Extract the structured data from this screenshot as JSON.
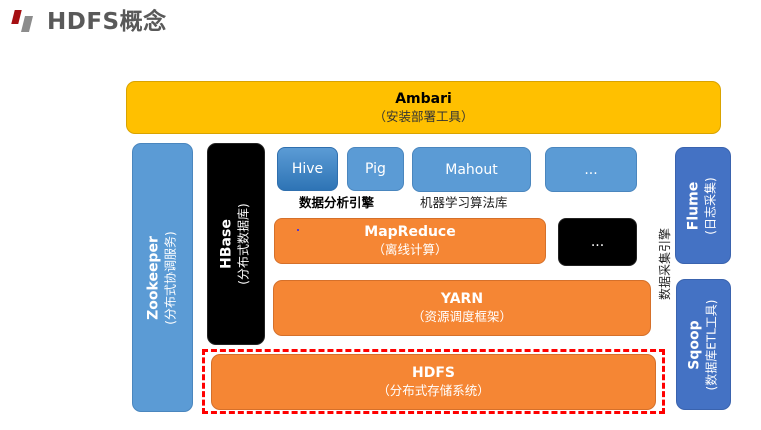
{
  "header": {
    "title": "HDFS概念",
    "logo_icon": "slanted-bars-logo"
  },
  "colors": {
    "ambari": "#FFC000",
    "blue": "#5B9BD5",
    "dark_blue": "#4472C4",
    "orange": "#F58634",
    "black": "#000000",
    "highlight_dash": "#FF0000"
  },
  "diagram": {
    "ambari": {
      "title": "Ambari",
      "subtitle": "（安装部署工具）"
    },
    "zookeeper": {
      "title": "Zookeeper",
      "subtitle": "(分布式协调服务)"
    },
    "hbase": {
      "title": "HBase",
      "subtitle": "(分布式数据库)"
    },
    "hive": {
      "label": "Hive"
    },
    "pig": {
      "label": "Pig"
    },
    "mahout": {
      "label": "Mahout"
    },
    "more_tools": {
      "label": "..."
    },
    "analysis_caption": "数据分析引擎",
    "ml_caption": "机器学习算法库",
    "mapreduce": {
      "title": "MapReduce",
      "subtitle": "（离线计算）"
    },
    "more_compute": {
      "label": "..."
    },
    "yarn": {
      "title": "YARN",
      "subtitle": "（资源调度框架）"
    },
    "hdfs": {
      "title": "HDFS",
      "subtitle": "（分布式存储系统）"
    },
    "collection_caption": "数据采集引擎",
    "flume": {
      "title": "Flume",
      "subtitle": "(日志采集)"
    },
    "sqoop": {
      "title": "Sqoop",
      "subtitle": "(数据库ETL工具)"
    }
  }
}
